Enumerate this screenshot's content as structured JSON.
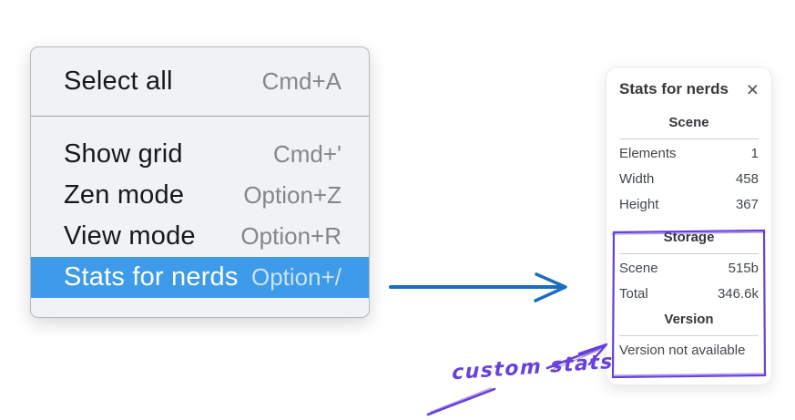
{
  "menu": {
    "sections": [
      {
        "items": [
          {
            "label": "Select all",
            "shortcut": "Cmd+A"
          }
        ]
      },
      {
        "items": [
          {
            "label": "Show grid",
            "shortcut": "Cmd+'"
          },
          {
            "label": "Zen mode",
            "shortcut": "Option+Z"
          },
          {
            "label": "View mode",
            "shortcut": "Option+R"
          },
          {
            "label": "Stats for nerds",
            "shortcut": "Option+/",
            "selected": true
          }
        ]
      }
    ],
    "highlight_color": "#3d9bea"
  },
  "stats_panel": {
    "title": "Stats for nerds",
    "close_icon": "×",
    "sections": [
      {
        "heading": "Scene",
        "rows": [
          [
            "Elements",
            "1"
          ],
          [
            "Width",
            "458"
          ],
          [
            "Height",
            "367"
          ]
        ]
      },
      {
        "heading": "Storage",
        "rows": [
          [
            "Scene",
            "515b"
          ],
          [
            "Total",
            "346.6k"
          ]
        ]
      },
      {
        "heading": "Version",
        "note": "Version not available"
      }
    ]
  },
  "annotations": {
    "label": "custom stats",
    "purple": "#6741d9",
    "arrow_blue": "#1a6dbf"
  }
}
